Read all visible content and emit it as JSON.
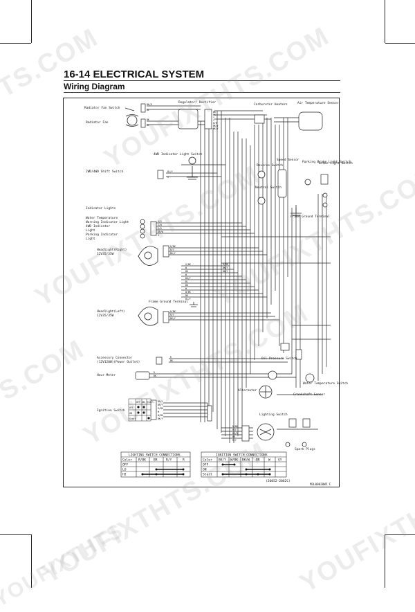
{
  "header": {
    "title": "16-14 ELECTRICAL SYSTEM",
    "section": "Wiring Diagram"
  },
  "watermark": {
    "text": "YOUFIXTHTS.COM",
    "partial_text": "YOUFIXTHTS",
    "edge_text": "TS.COM"
  },
  "components": {
    "radiator_fan_switch": "Radiator Fan Switch",
    "radiator_fan": "Radiator Fan",
    "regulator_rectifier": "Regulator/ Rectifier",
    "carburetor_heaters": "Carburetor Heaters",
    "air_temp_sensor": "Air Temperature Sensor",
    "fwd_indicator_switch": "4WD Indicator Light Switch",
    "shift_switch": "2WD/4WD Shift Switch",
    "reverse_switch": "Reverse Switch",
    "speed_sensor": "Speed Sensor",
    "parking_brake_switch": "Parking Brake Light Switch",
    "brake_light_switch": "Brake Light Switch",
    "neutral_switch": "Neutral Switch",
    "frame_ground_terminal_right": "Frame Ground Terminal",
    "indicator_lights": "Indicator Lights",
    "indicator_items": [
      "Water Temperature",
      "Warning Indicator Light",
      "4WD Indicator",
      "Light",
      "Parking Indicator",
      "Light"
    ],
    "headlight_right": "Headlight(Right)",
    "headlight_right_rating": "12V35/35W",
    "frame_ground_terminal": "Frame Ground Terminal",
    "headlight_left": "Headlight(Left)",
    "headlight_left_rating": "12V35/35W",
    "accessory_connector": "Accessory Connector",
    "accessory_rating": "(12V120W)(Power Outlet)",
    "hour_meter": "Hour Meter",
    "ignition_switch": "Ignition Switch",
    "oil_pressure_switch": "Oil Pressure Switch",
    "alternator": "Alternator",
    "crankshaft_sensor": "Crankshaft Sensor",
    "water_temp_switch": "Water Temperature Switch",
    "lighting_switch": "Lighting Switch",
    "spark_plugs": "Spark Plugs"
  },
  "wire_codes": {
    "fan_switch": [
      "BK/R",
      "BL"
    ],
    "fan": [
      "BK",
      "BL"
    ],
    "regulator": [
      "BK",
      "BK",
      "Y",
      "Y",
      "W/R",
      "BK/Y",
      "BK/Y"
    ],
    "shift": [
      "BL/Y",
      "G"
    ],
    "indicators": [
      "R/G",
      "G/W",
      "G/R",
      "BR/W",
      "G"
    ],
    "headlight_r": [
      "R/BK",
      "R/Y",
      "BK/Y"
    ],
    "headlight_l": [
      "R/BK",
      "R/Y",
      "BK/Y"
    ],
    "accessory": [
      "R",
      "BK"
    ],
    "hour": [
      "R",
      "BK"
    ],
    "ignition": [
      "BR/Y",
      "BR/Y",
      "R/BK",
      "W",
      "W/BK",
      "BK/Y"
    ],
    "lighting": [
      "R/BK",
      "R/Y",
      "BK/R",
      "BR",
      "R/Y"
    ],
    "main_bundle": [
      "G/BK",
      "W",
      "BR",
      "W",
      "BK/Y",
      "BL",
      "BK",
      "W",
      "W/BK",
      "BK",
      "BL/Y",
      "R/BK",
      "BK/Y",
      "BK/Y"
    ]
  },
  "ignition_mini_table": {
    "headers": [
      "",
      "OFF",
      "ON",
      "Start"
    ],
    "rows": [
      "OFF",
      "ON",
      "Start"
    ]
  },
  "lighting_table": {
    "title": "LIGHTING SWITCH CONNECTIONS",
    "headers": [
      "Color",
      "R/BK",
      "BR",
      "R/Y",
      "R"
    ],
    "rows": [
      "OFF",
      "LO",
      "HI"
    ]
  },
  "ignition_table": {
    "title": "IGNITION SWITCH CONNECTIONS",
    "headers": [
      "Color",
      "BK/Y",
      "W/BK",
      "BK/W",
      "BR",
      "W",
      "GY"
    ],
    "rows": [
      "OFF",
      "ON",
      "Start"
    ]
  },
  "part_number": "(26052-2062C)",
  "figure_code": "M3L00028W5 C"
}
